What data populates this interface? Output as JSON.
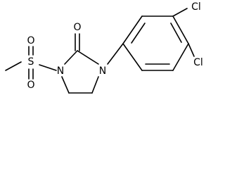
{
  "molecule": {
    "atoms": {
      "o_carbonyl": "O",
      "n1": "N",
      "n3": "N",
      "s": "S",
      "o_s_top": "O",
      "o_s_bottom": "O",
      "cl_top": "Cl",
      "cl_bottom": "Cl"
    },
    "colors": {
      "bond": "#000000",
      "label": "#000000",
      "background": "#ffffff"
    }
  }
}
